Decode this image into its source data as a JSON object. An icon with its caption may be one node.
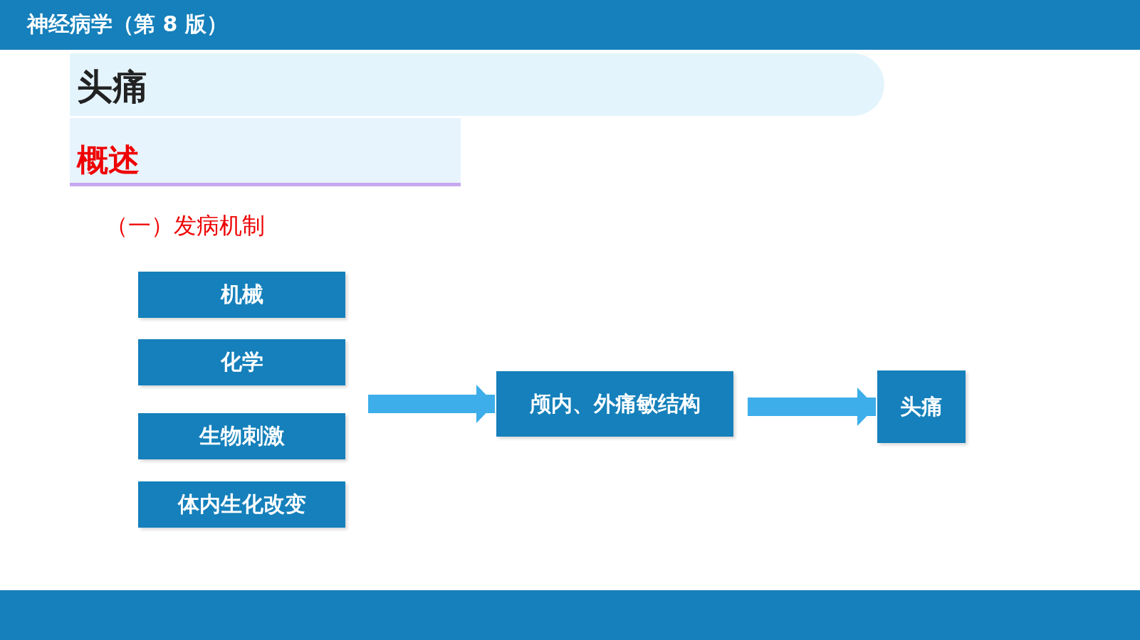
{
  "diagram": {
    "title": "神经病学（第 8 版）",
    "nodes": [
      {
        "text": [
          "机械"
        ]
      },
      {
        "text": [
          "化学"
        ]
      },
      {
        "text": [
          "生物刺激"
        ]
      },
      {
        "text": [
          "体内生化改变"
        ]
      },
      {
        "text": [
          "颅内、外痛敏结构"
        ]
      },
      {
        "text": [
          "头痛"
        ]
      }
    ],
    "edges": [
      {
        "from": null,
        "to": 4,
        "arrow": "to"
      },
      {
        "from": 4,
        "to": 5,
        "arrow": "to"
      }
    ],
    "labels": [
      "头痛",
      "概述",
      "（一）发病机制"
    ]
  }
}
